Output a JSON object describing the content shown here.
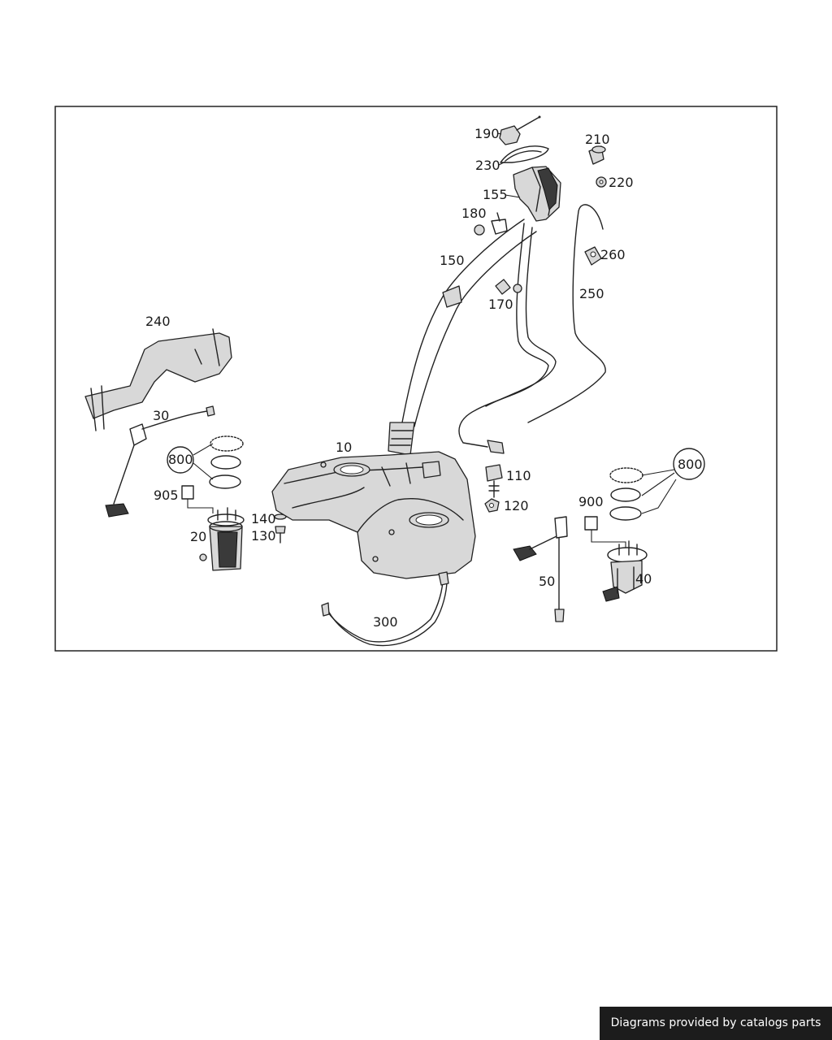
{
  "diagram": {
    "callouts": [
      {
        "id": "c190",
        "text": "190"
      },
      {
        "id": "c230",
        "text": "230"
      },
      {
        "id": "c210",
        "text": "210"
      },
      {
        "id": "c220",
        "text": "220"
      },
      {
        "id": "c155",
        "text": "155"
      },
      {
        "id": "c180",
        "text": "180"
      },
      {
        "id": "c150",
        "text": "150"
      },
      {
        "id": "c260",
        "text": "260"
      },
      {
        "id": "c170",
        "text": "170"
      },
      {
        "id": "c250",
        "text": "250"
      },
      {
        "id": "c240",
        "text": "240"
      },
      {
        "id": "c30",
        "text": "30"
      },
      {
        "id": "c10",
        "text": "10"
      },
      {
        "id": "c800a",
        "text": "800"
      },
      {
        "id": "c800b",
        "text": "800"
      },
      {
        "id": "c110",
        "text": "110"
      },
      {
        "id": "c120",
        "text": "120"
      },
      {
        "id": "c905",
        "text": "905"
      },
      {
        "id": "c900",
        "text": "900"
      },
      {
        "id": "c140",
        "text": "140"
      },
      {
        "id": "c130",
        "text": "130"
      },
      {
        "id": "c20",
        "text": "20"
      },
      {
        "id": "c50",
        "text": "50"
      },
      {
        "id": "c40",
        "text": "40"
      },
      {
        "id": "c300",
        "text": "300"
      }
    ]
  },
  "footer": {
    "credit": "Diagrams provided by catalogs parts"
  }
}
